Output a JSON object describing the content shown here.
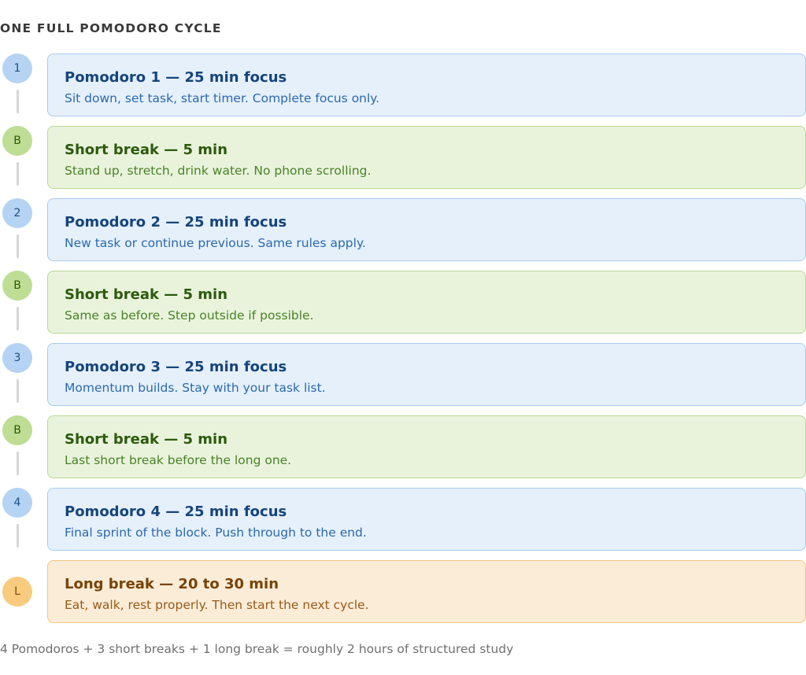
{
  "title": "ONE FULL POMODORO CYCLE",
  "steps": [
    {
      "badge": "1",
      "kind": "focus",
      "heading": "Pomodoro 1 — 25 min focus",
      "description": "Sit down, set task, start timer. Complete focus only."
    },
    {
      "badge": "B",
      "kind": "short",
      "heading": "Short break — 5 min",
      "description": "Stand up, stretch, drink water. No phone scrolling."
    },
    {
      "badge": "2",
      "kind": "focus",
      "heading": "Pomodoro 2 — 25 min focus",
      "description": "New task or continue previous. Same rules apply."
    },
    {
      "badge": "B",
      "kind": "short",
      "heading": "Short break — 5 min",
      "description": "Same as before. Step outside if possible."
    },
    {
      "badge": "3",
      "kind": "focus",
      "heading": "Pomodoro 3 — 25 min focus",
      "description": "Momentum builds. Stay with your task list."
    },
    {
      "badge": "B",
      "kind": "short",
      "heading": "Short break — 5 min",
      "description": "Last short break before the long one."
    },
    {
      "badge": "4",
      "kind": "focus",
      "heading": "Pomodoro 4 — 25 min focus",
      "description": "Final sprint of the block. Push through to the end."
    },
    {
      "badge": "L",
      "kind": "long",
      "heading": "Long break — 20 to 30 min",
      "description": "Eat, walk, rest properly. Then start the next cycle."
    }
  ],
  "footer": "4 Pomodoros + 3 short breaks + 1 long break = roughly 2 hours of structured study",
  "colors": {
    "focus": "#e6f0fb",
    "short_break": "#e9f3dc",
    "long_break": "#fbecd7"
  }
}
